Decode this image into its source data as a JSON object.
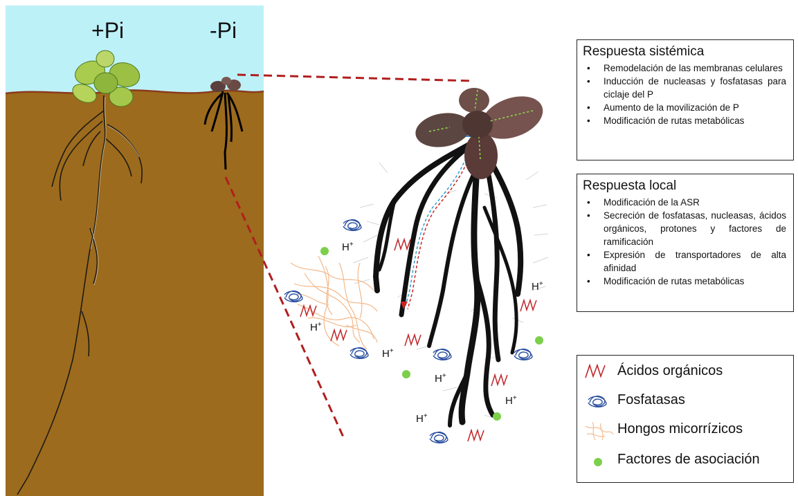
{
  "labels": {
    "plus_pi": "+Pi",
    "minus_pi": "-Pi",
    "proton_text": "H",
    "proton_sup": "+"
  },
  "systemic": {
    "title": "Respuesta sistémica",
    "items": [
      "Remodelación de las membranas celulares",
      "Inducción de nucleasas y fosfatasas para ciclaje del P",
      "Aumento de la movilización de P",
      "Modificación de rutas metabólicas"
    ]
  },
  "local": {
    "title": "Respuesta local",
    "items": [
      "Modificación de la ASR",
      "Secreción de fosfatasas, nucleasas, ácidos orgánicos, protones y factores de ramificación",
      "Expresión de transportadores de alta afinidad",
      "Modificación de rutas metabólicas"
    ]
  },
  "legend": {
    "items": [
      {
        "label": "Ácidos orgánicos",
        "icon": "organic-acid-icon"
      },
      {
        "label": "Fosfatasas",
        "icon": "phosphatase-icon"
      },
      {
        "label": "Hongos micorrízicos",
        "icon": "mycorrhizal-fungi-icon"
      },
      {
        "label": "Factores de asociación",
        "icon": "association-factor-icon"
      }
    ]
  },
  "colors": {
    "sky": "#bdf1f8",
    "soil": "#9c6b1d",
    "soil_line": "#8a3a1c",
    "dashed_line": "#b01e1e",
    "acid": "#c0262a",
    "phosphatase": "#2a4fa0",
    "fungi": "#f3b88a",
    "factor": "#7ccf4b",
    "root": "#111111"
  }
}
